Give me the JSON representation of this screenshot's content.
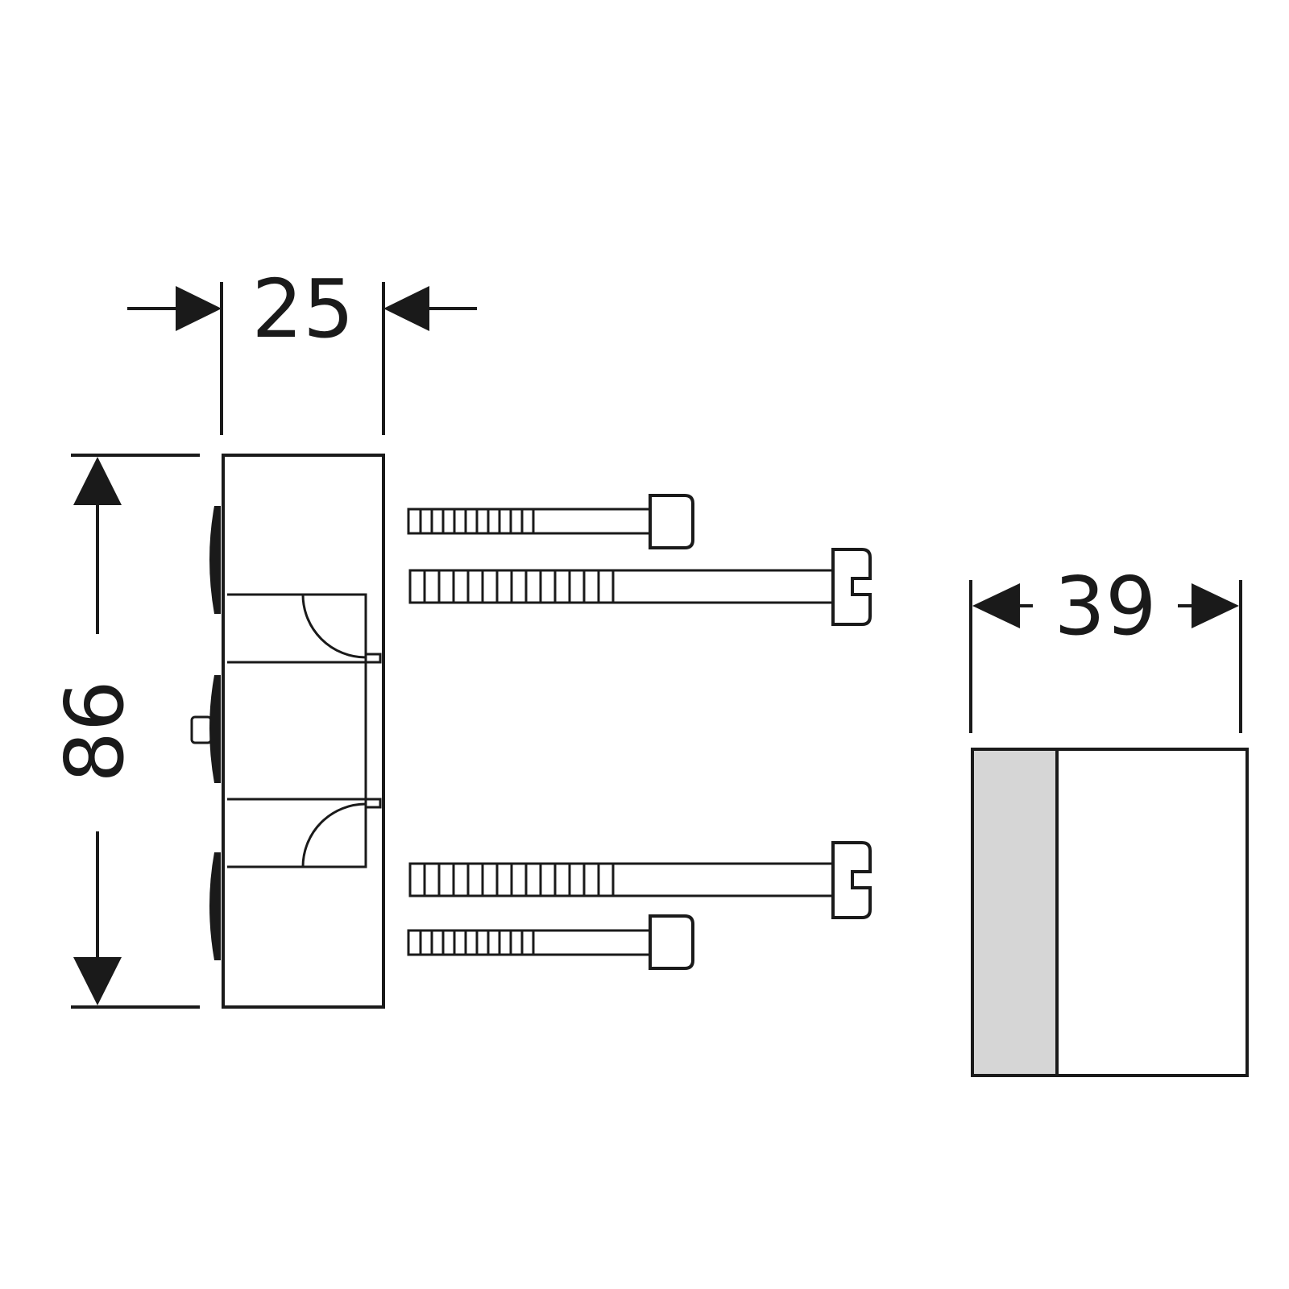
{
  "dimensions": {
    "width_label": "25",
    "height_label": "86",
    "depth_label": "39"
  },
  "colors": {
    "line": "#1a1a1a",
    "shading": "#d6d6d6",
    "background": "#ffffff"
  }
}
